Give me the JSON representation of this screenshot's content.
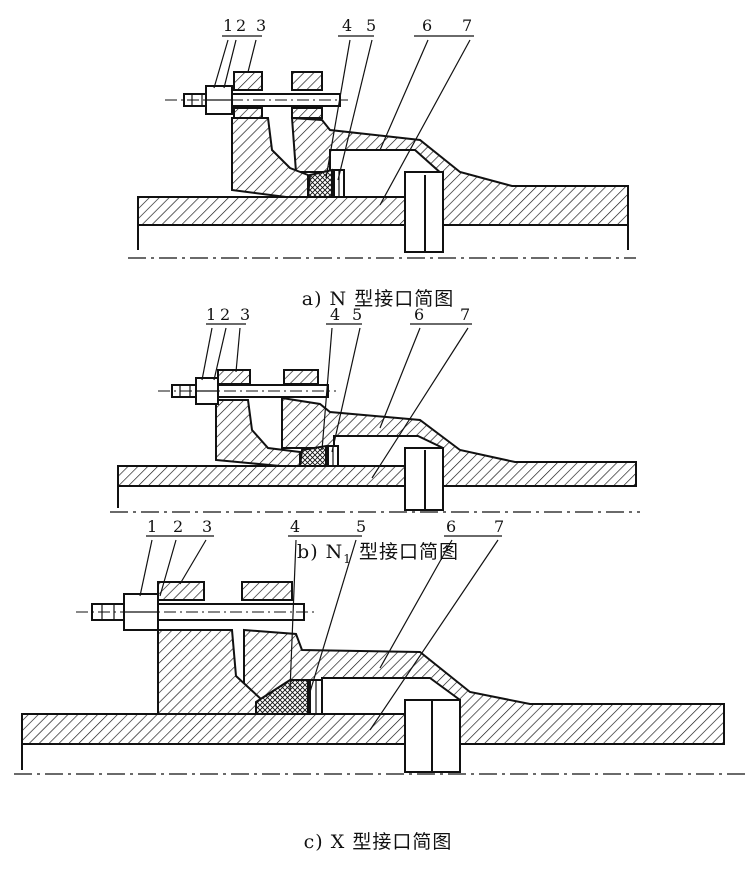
{
  "captions": {
    "a": "a) N 型接口简图",
    "b_prefix": "b) N",
    "b_sub": "1",
    "b_suffix": " 型接口简图",
    "c": "c) X 型接口简图"
  },
  "callouts": {
    "a": [
      "1",
      "2",
      "3",
      "4",
      "5",
      "6",
      "7"
    ],
    "b": [
      "1",
      "2",
      "3",
      "4",
      "5",
      "6",
      "7"
    ],
    "c": [
      "1",
      "2",
      "3",
      "4",
      "5",
      "6",
      "7"
    ]
  }
}
